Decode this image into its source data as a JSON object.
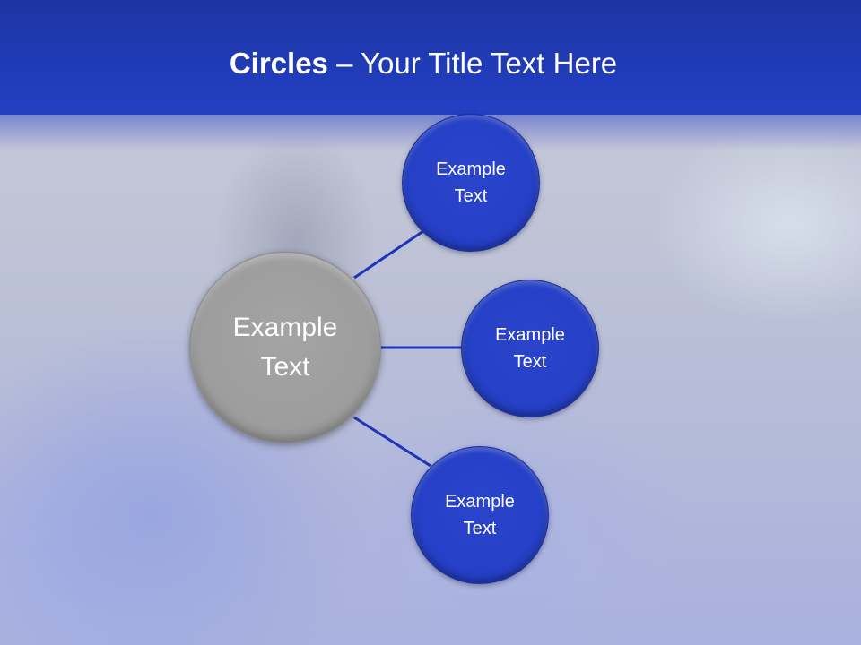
{
  "slide": {
    "title_bold": "Circles",
    "title_rest": " – Your Title Text Here"
  },
  "diagram": {
    "center": {
      "label_line1": "Example",
      "label_line2": "Text",
      "color": "#9e9e9e"
    },
    "nodes": [
      {
        "label_line1": "Example",
        "label_line2": "Text",
        "color": "#2541c7"
      },
      {
        "label_line1": "Example",
        "label_line2": "Text",
        "color": "#2541c7"
      },
      {
        "label_line1": "Example",
        "label_line2": "Text",
        "color": "#2541c7"
      }
    ],
    "connector_color": "#2035b5"
  },
  "colors": {
    "header": "#1f38b5"
  }
}
